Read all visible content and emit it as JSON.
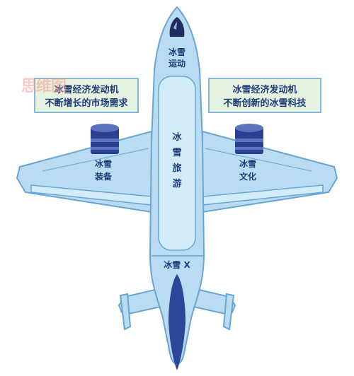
{
  "nose_label": [
    "冰雪",
    "运动"
  ],
  "fuselage_label": [
    "冰",
    "雪",
    "旅",
    "游"
  ],
  "left_wing_label": [
    "冰雪",
    "装备"
  ],
  "right_wing_label": [
    "冰雪",
    "文化"
  ],
  "tail_label": "冰雪 X",
  "left_callout": [
    "冰雪经济发动机",
    "不断增长的市场需求"
  ],
  "right_callout": [
    "冰雪经济发动机",
    "不断创新的冰雪科技"
  ],
  "watermark": "思维图",
  "colors": {
    "body_fill": "#b9dcf3",
    "body_stroke": "#6aa5d2",
    "panel_fill": "#d3ecfa",
    "engine_dark": "#2c3f8f",
    "engine_light": "#5b72bf",
    "text": "#1f3d7a",
    "callout_fill": "#e7f3e1",
    "callout_border": "#86b7d8"
  }
}
